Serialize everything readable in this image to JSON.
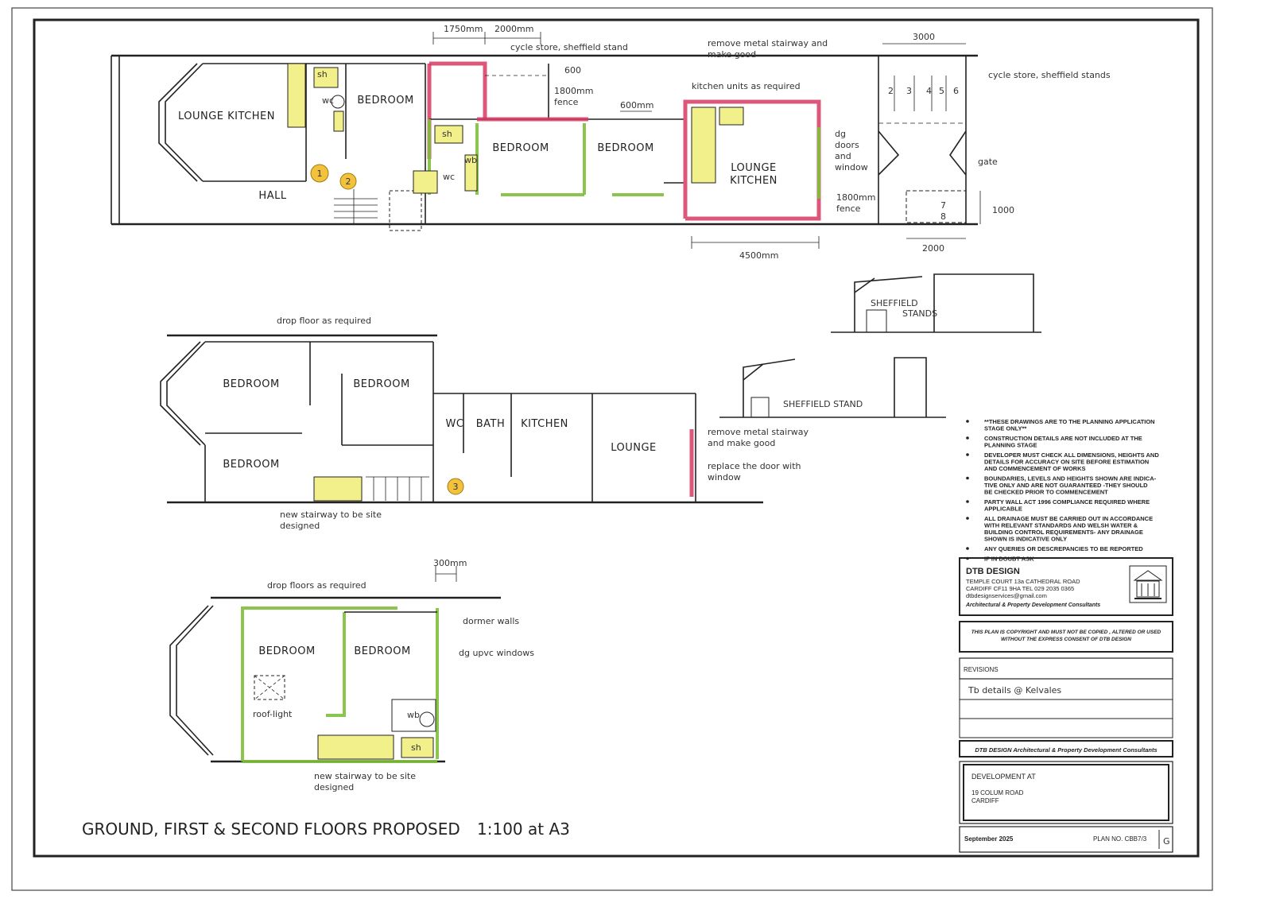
{
  "drawing_title": "GROUND, FIRST & SECOND FLOORS PROPOSED",
  "scale": "1:100 at A3",
  "ground_floor": {
    "rooms": [
      "LOUNGE KITCHEN",
      "BEDROOM",
      "HALL",
      "BEDROOM",
      "BEDROOM",
      "LOUNGE",
      "KITCHEN"
    ],
    "fixtures": [
      "sh",
      "wc",
      "sh",
      "wb",
      "wc"
    ],
    "badges": [
      "1",
      "2"
    ],
    "annotations": {
      "dim_1750": "1750mm",
      "dim_2000": "2000mm",
      "cycle_store": "cycle store, sheffield stand",
      "remove_stairway_1": "remove metal stairway and",
      "remove_stairway_2": "make good",
      "dim_600a": "600",
      "fence_1": "1800mm",
      "fence_2": "fence",
      "dim_600b": "600mm",
      "kitchen_units": "kitchen units as required",
      "dg_1": "dg",
      "dg_2": "doors",
      "dg_3": "and",
      "dg_4": "window",
      "fence2_1": "1800mm",
      "fence2_2": "fence",
      "dim_4500": "4500mm",
      "dim_3000": "3000",
      "cycle_stands": "cycle store, sheffield stands",
      "gate": "gate",
      "dim_1000": "1000",
      "dim_2000b": "2000",
      "stand_nums": [
        "2",
        "3",
        "4",
        "5",
        "6"
      ],
      "stand_nums_b": [
        "7",
        "8"
      ]
    }
  },
  "elevations": {
    "label_1a": "SHEFFIELD",
    "label_1b": "STANDS",
    "label_2": "SHEFFIELD STAND"
  },
  "first_floor": {
    "rooms": [
      "BEDROOM",
      "BEDROOM",
      "BEDROOM",
      "WC",
      "BATH",
      "KITCHEN",
      "LOUNGE"
    ],
    "badge": "3",
    "annotations": {
      "drop_floor": "drop floor as required",
      "remove_1": "remove metal stairway",
      "remove_2": "and make good",
      "replace_1": "replace the door with",
      "replace_2": "window",
      "new_stair_1": "new stairway to be site",
      "new_stair_2": "designed"
    }
  },
  "second_floor": {
    "rooms": [
      "BEDROOM",
      "BEDROOM"
    ],
    "fixtures": [
      "wb",
      "sh"
    ],
    "annotations": {
      "dim_300": "300mm",
      "drop_floors": "drop floors as required",
      "dormer": "dormer walls",
      "dg_upvc": "dg upvc windows",
      "rooflight": "roof-light",
      "new_stair_1": "new stairway to be site",
      "new_stair_2": "designed"
    }
  },
  "notes": [
    [
      "**THESE DRAWINGS ARE TO THE PLANNING APPLICATION",
      "STAGE ONLY**"
    ],
    [
      "CONSTRUCTION DETAILS ARE NOT INCLUDED AT THE",
      "PLANNING STAGE"
    ],
    [
      "DEVELOPER MUST CHECK ALL DIMENSIONS, HEIGHTS AND",
      "DETAILS FOR ACCURACY ON SITE BEFORE ESTIMATION",
      "AND COMMENCEMENT OF WORKS"
    ],
    [
      "BOUNDARIES, LEVELS AND HEIGHTS SHOWN ARE INDICA-",
      "TIVE ONLY AND ARE NOT GUARANTEED -THEY SHOULD",
      "BE CHECKED PRIOR TO COMMENCEMENT"
    ],
    [
      "PARTY WALL ACT 1996 COMPLIANCE REQUIRED WHERE",
      "APPLICABLE"
    ],
    [
      "ALL DRAINAGE MUST BE CARRIED OUT IN ACCORDANCE",
      "WITH RELEVANT STANDARDS AND WELSH WATER &",
      "BUILDING CONTROL REQUIREMENTS- ANY DRAINAGE",
      "SHOWN IS INDICATIVE ONLY"
    ],
    [
      "ANY QUERIES OR DESCREPANCIES TO BE REPORTED"
    ],
    [
      "IF IN DOUBT ASK"
    ]
  ],
  "title_block": {
    "company": "DTB DESIGN",
    "address_1": "TEMPLE COURT  13a CATHEDRAL ROAD",
    "address_2": "CARDIFF CF11 9HA   TEL 029 2035 0365",
    "email": "dtbdesignservices@gmail.com",
    "tagline": "Architectural & Property Development Consultants",
    "copyright_1": "THIS PLAN IS COPYRIGHT AND  MUST NOT BE COPIED , ALTERED OR USED",
    "copyright_2": "WITHOUT THE EXPRESS CONSENT OF DTB DESIGN",
    "revisions_label": "REVISIONS",
    "revision_note": "Tb details @ Kelvales",
    "footer_line": "DTB DESIGN Architectural & Property Development Consultants",
    "dev_label": "DEVELOPMENT AT",
    "dev_addr_1": "19 COLUM ROAD",
    "dev_addr_2": "CARDIFF",
    "date": "September 2025",
    "plan_no": "PLAN NO. CBB7/3",
    "rev_letter": "G"
  }
}
